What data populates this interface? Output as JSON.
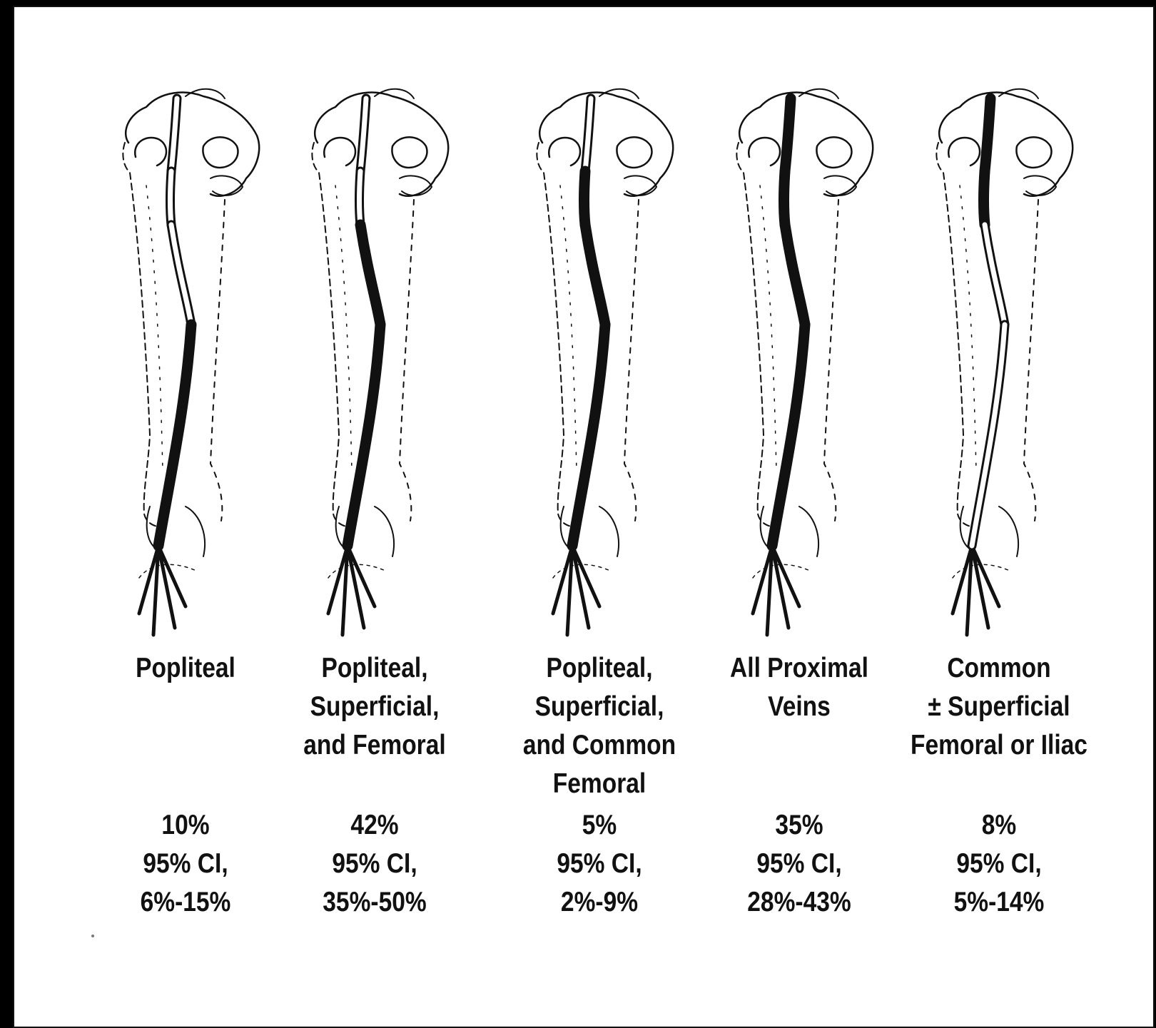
{
  "colors": {
    "ink": "#111111",
    "background": "#ffffff",
    "frame": "#000000"
  },
  "panels": [
    {
      "id": "popliteal",
      "label_lines": [
        "Popliteal"
      ],
      "stat_lines": [
        "10%",
        "95% CI,",
        "6%-15%"
      ],
      "thrombosed_segments": [
        "popliteal"
      ]
    },
    {
      "id": "popliteal-superficial-femoral",
      "label_lines": [
        "Popliteal,",
        "Superficial,",
        "and Femoral"
      ],
      "stat_lines": [
        "42%",
        "95% CI,",
        "35%-50%"
      ],
      "thrombosed_segments": [
        "popliteal",
        "superficial-femoral"
      ]
    },
    {
      "id": "popliteal-superficial-common-femoral",
      "label_lines": [
        "Popliteal,",
        "Superficial,",
        "and Common",
        "Femoral"
      ],
      "stat_lines": [
        "5%",
        "95% CI,",
        "2%-9%"
      ],
      "thrombosed_segments": [
        "popliteal",
        "superficial-femoral",
        "common-femoral"
      ]
    },
    {
      "id": "all-proximal-veins",
      "label_lines": [
        "All Proximal",
        "Veins"
      ],
      "stat_lines": [
        "35%",
        "95% CI,",
        "28%-43%"
      ],
      "thrombosed_segments": [
        "popliteal",
        "superficial-femoral",
        "common-femoral",
        "iliac"
      ]
    },
    {
      "id": "common-superficial-femoral-iliac",
      "label_lines": [
        "Common",
        "± Superficial",
        "Femoral or Iliac"
      ],
      "stat_lines": [
        "8%",
        "95% CI,",
        "5%-14%"
      ],
      "thrombosed_segments": [
        "common-femoral",
        "iliac"
      ]
    }
  ]
}
